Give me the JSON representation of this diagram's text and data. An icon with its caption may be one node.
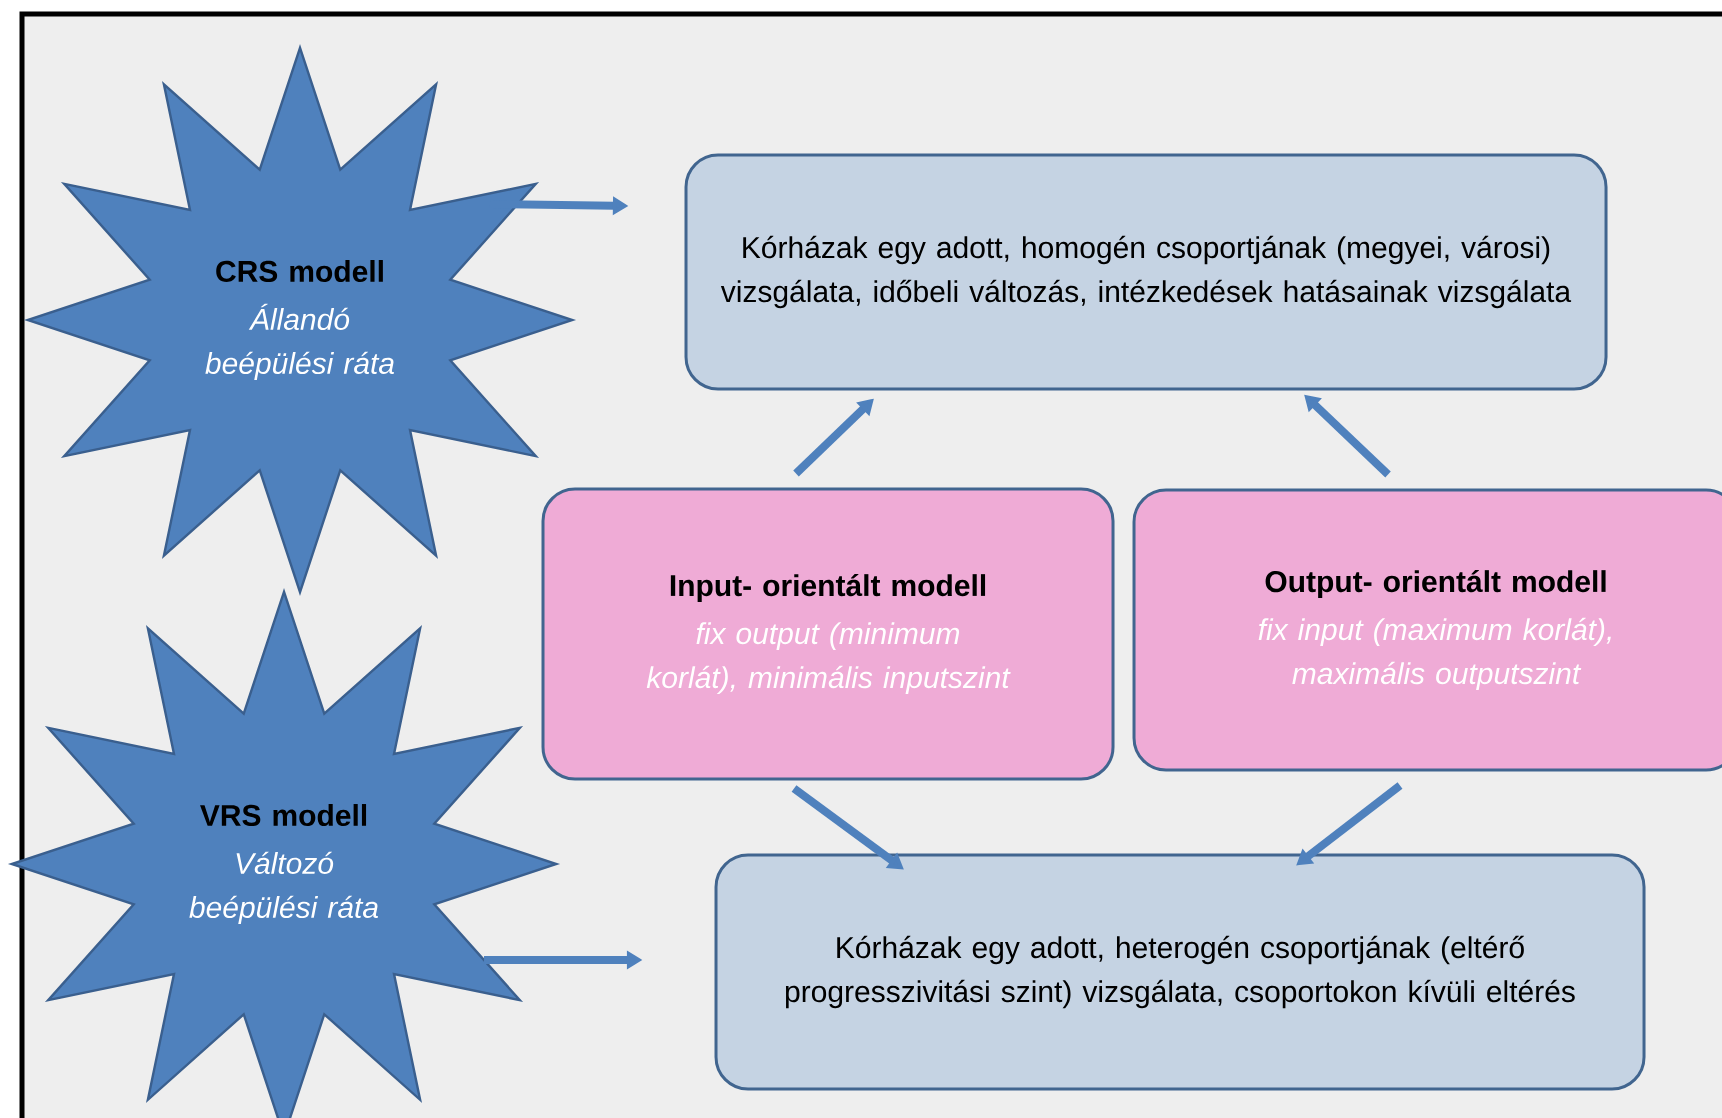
{
  "diagram": {
    "nodes": [
      {
        "text": [
          "CRS modell",
          "Állandó beépülési ráta"
        ]
      },
      {
        "text": [
          "Kórházak egy adott, homogén csoportjának (megyei, városi) vizsgálata, időbeli változás, intézkedések hatásainak vizsgálata"
        ]
      },
      {
        "text": [
          "Input- orientált modell",
          "fix output (minimum korlát), minimális inputszint"
        ]
      },
      {
        "text": [
          "Output- orientált modell",
          "fix input  (maximum korlát),  maximális outputszint"
        ]
      },
      {
        "text": [
          "VRS modell",
          "Változó beépülési ráta"
        ]
      },
      {
        "text": [
          "Kórházak egy adott, heterogén csoportjának (eltérő progresszivitási szint) vizsgálata, csoportokon kívüli eltérés"
        ]
      }
    ],
    "edges": [
      {
        "from": 0,
        "to": 1,
        "arrow": "to"
      },
      {
        "from": 2,
        "to": 1,
        "arrow": "to"
      },
      {
        "from": 3,
        "to": 1,
        "arrow": "to"
      },
      {
        "from": 2,
        "to": 5,
        "arrow": "to"
      },
      {
        "from": 3,
        "to": 5,
        "arrow": "to"
      },
      {
        "from": 4,
        "to": 5,
        "arrow": "to"
      }
    ]
  }
}
